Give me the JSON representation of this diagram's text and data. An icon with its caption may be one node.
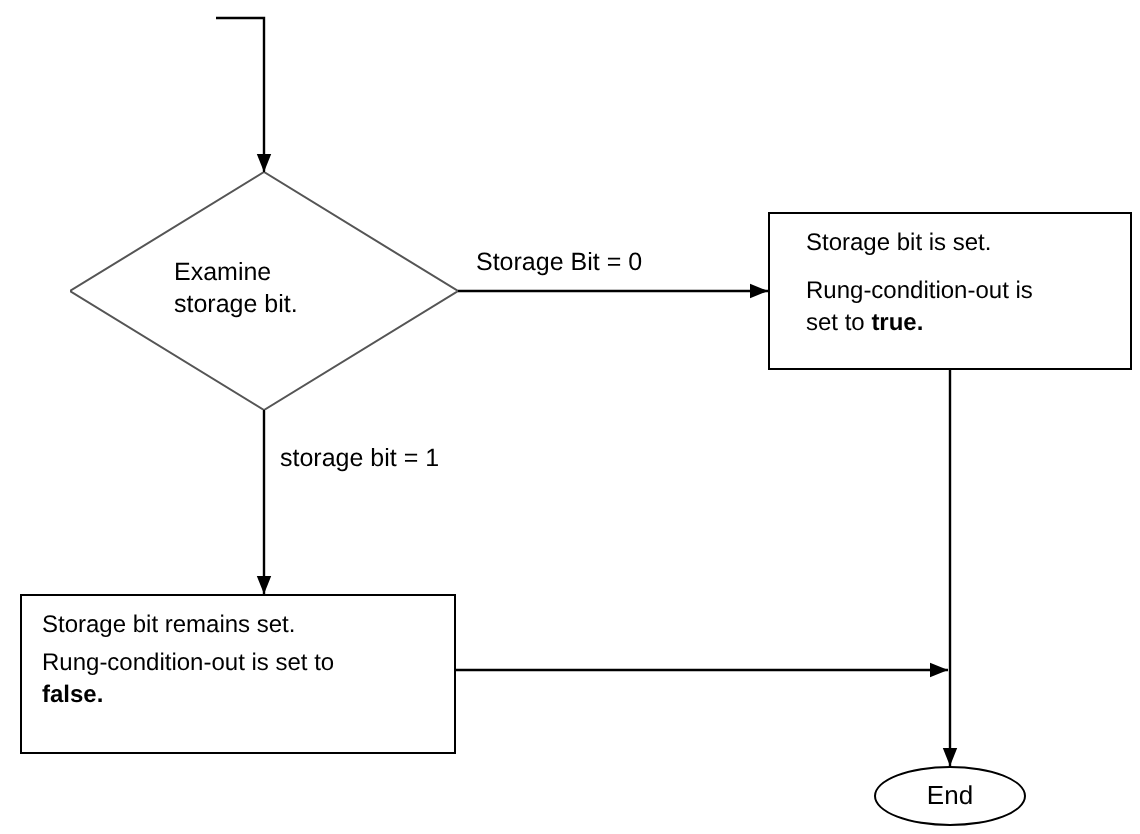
{
  "diagram": {
    "nodes": [
      {
        "text": [
          "Examine storage bit."
        ]
      },
      {
        "text": [
          "Storage bit is set.",
          "Rung-condition-out is set to **true.**"
        ]
      },
      {
        "text": [
          "Storage bit remains set.",
          "Rung-condition-out is set to **false.**"
        ]
      },
      {
        "text": [
          "End"
        ]
      }
    ],
    "edges": [
      {
        "from": null,
        "to": 0,
        "arrow": "to"
      },
      {
        "from": 0,
        "to": 1,
        "label": "Storage Bit = 0",
        "arrow": "to"
      },
      {
        "from": 0,
        "to": 2,
        "label": "storage bit = 1",
        "arrow": "to"
      },
      {
        "from": 1,
        "to": 3,
        "arrow": "to"
      },
      {
        "from": 2,
        "to": 3,
        "arrow": "to"
      }
    ]
  }
}
